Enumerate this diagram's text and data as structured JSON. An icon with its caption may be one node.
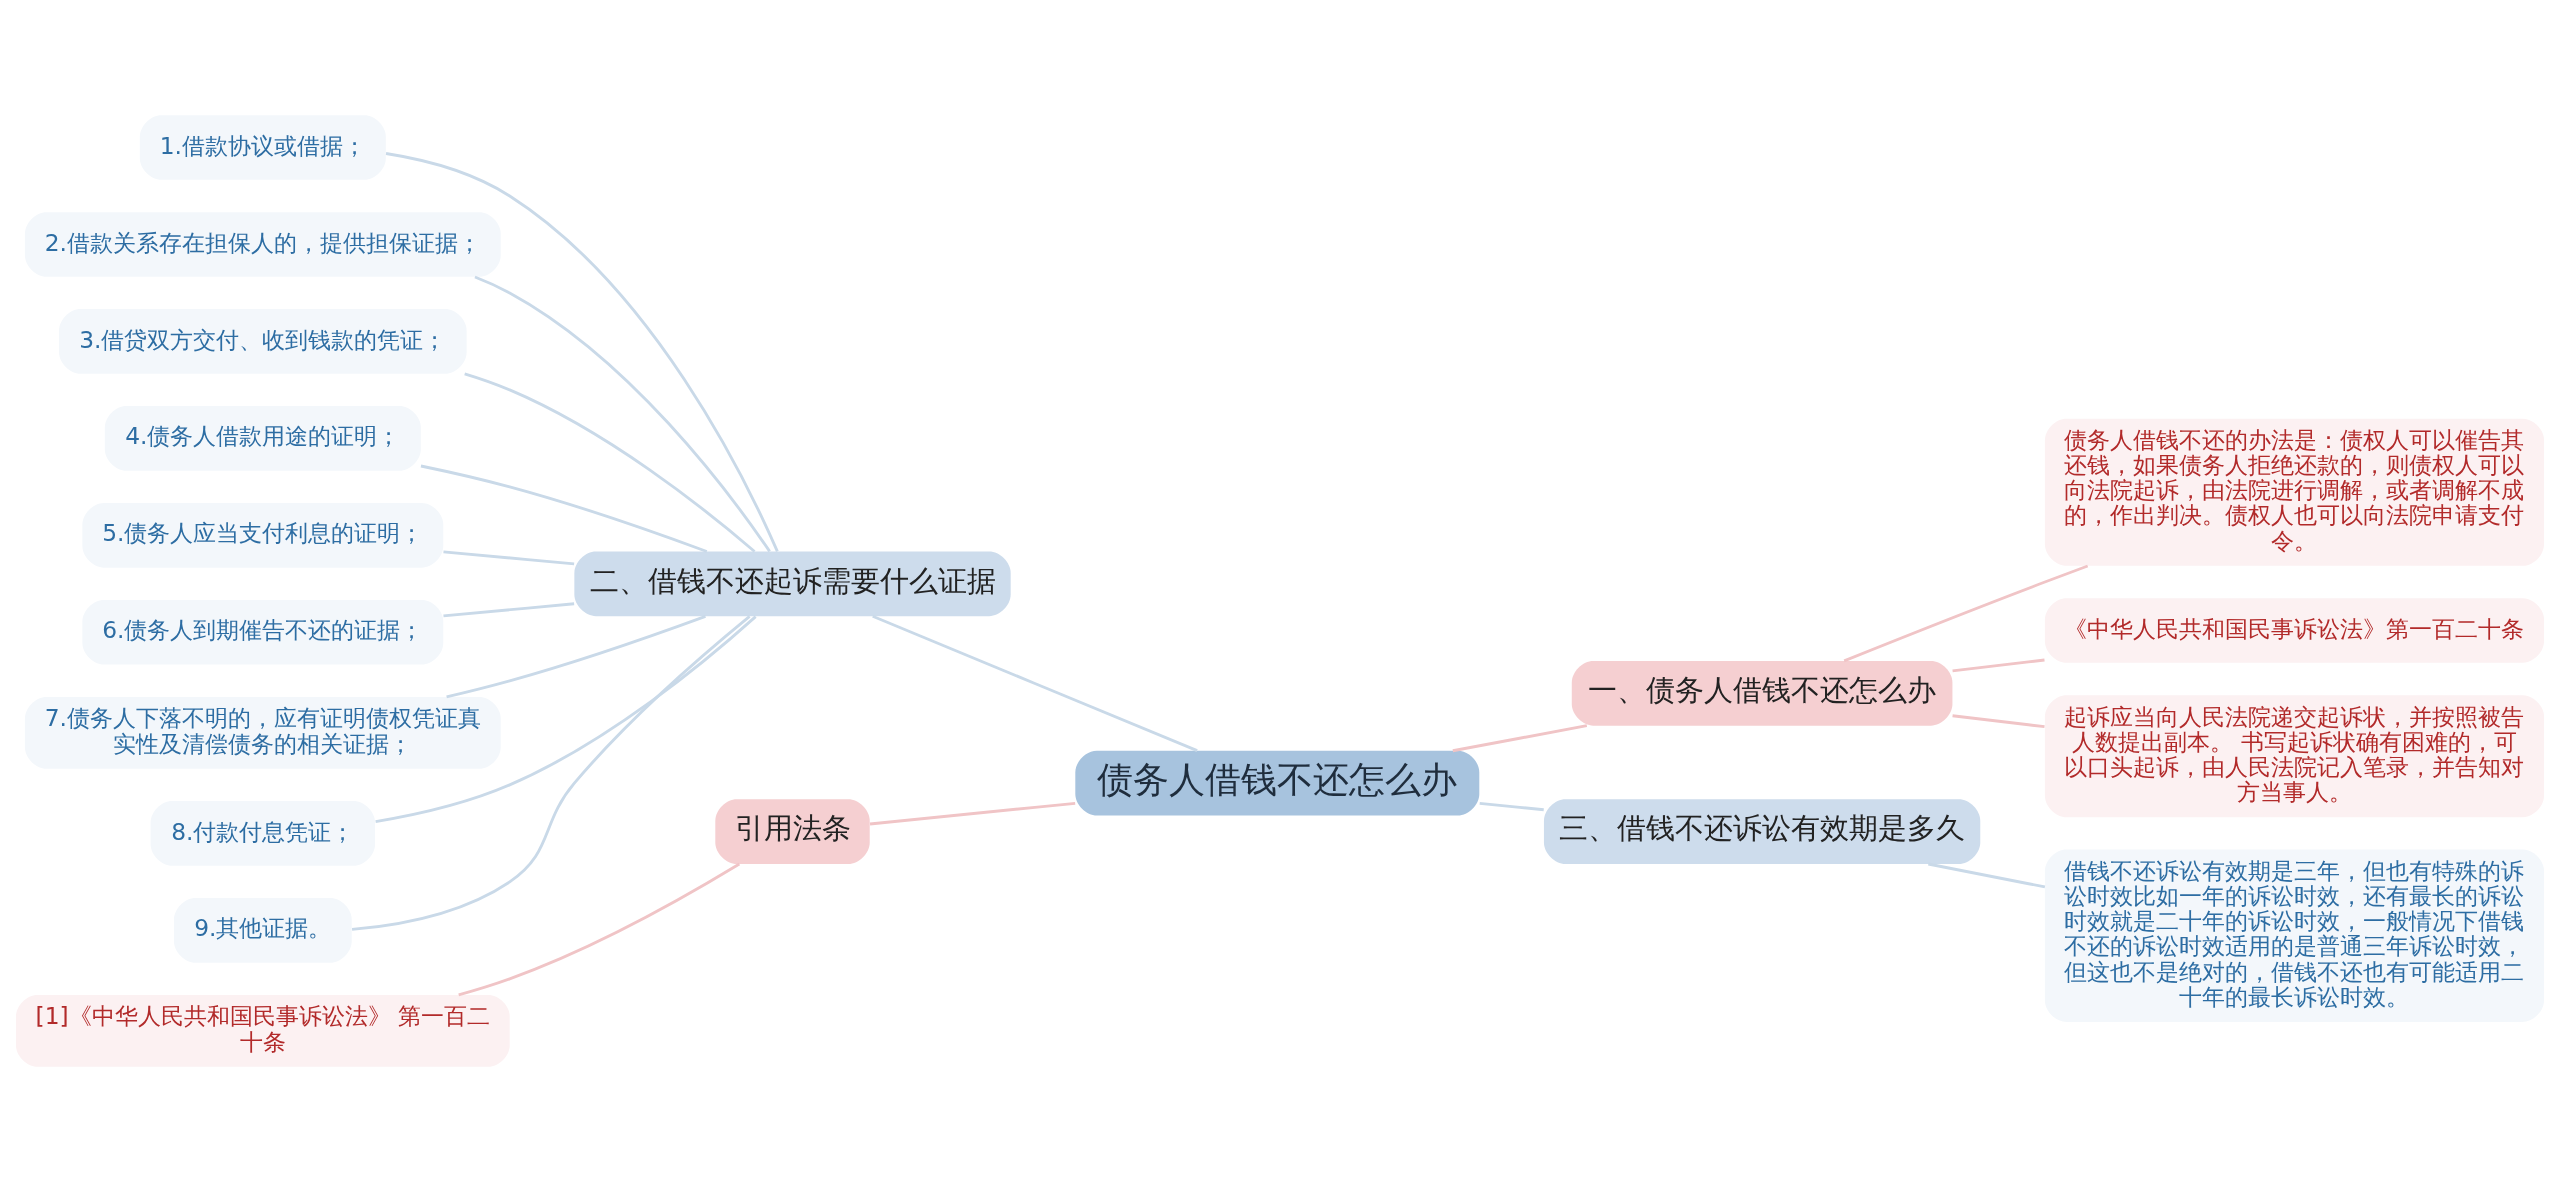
{
  "diagram": {
    "nodes": [
      {
        "text": [
          "债务人借钱不还怎么办"
        ]
      },
      {
        "text": [
          "二、借钱不还起诉需要什么证据"
        ]
      },
      {
        "text": [
          "1.借款协议或借据；"
        ]
      },
      {
        "text": [
          "2.借款关系存在担保人的，提供担保证据；"
        ]
      },
      {
        "text": [
          "3.借贷双方交付、收到钱款的凭证；"
        ]
      },
      {
        "text": [
          "4.债务人借款用途的证明；"
        ]
      },
      {
        "text": [
          "5.债务人应当支付利息的证明；"
        ]
      },
      {
        "text": [
          "6.债务人到期催告不还的证据；"
        ]
      },
      {
        "text": [
          "7.债务人下落不明的，应有证明债权凭证真实性及清偿债务的相关证据；"
        ]
      },
      {
        "text": [
          "8.付款付息凭证；"
        ]
      },
      {
        "text": [
          "9.其他证据。"
        ]
      },
      {
        "text": [
          "引用法条"
        ]
      },
      {
        "text": [
          "[1]《中华人民共和国民事诉讼法》 第一百二十条"
        ]
      },
      {
        "text": [
          "一、债务人借钱不还怎么办"
        ]
      },
      {
        "text": [
          "债务人借钱不还的办法是：债权人可以催告其还钱，如果债务人拒绝还款的，则债权人可以向法院起诉，由法院进行调解，或者调解不成的，作出判决。债权人也可以向法院申请支付令。"
        ]
      },
      {
        "text": [
          "《中华人民共和国民事诉讼法》第一百二十条"
        ]
      },
      {
        "text": [
          "起诉应当向人民法院递交起诉状，并按照被告人数提出副本。 书写起诉状确有困难的，可以口头起诉，由人民法院记入笔录，并告知对方当事人。"
        ]
      },
      {
        "text": [
          "三、借钱不还诉讼有效期是多久"
        ]
      },
      {
        "text": [
          "借钱不还诉讼有效期是三年，但也有特殊的诉讼时效比如一年的诉讼时效，还有最长的诉讼时效就是二十年的诉讼时效，一般情况下借钱不还的诉讼时效适用的是普通三年诉讼时效，但这也不是绝对的，借钱不还也有可能适用二十年的最长诉讼时效。"
        ]
      }
    ],
    "edges": [
      {
        "from": 0,
        "to": 1,
        "arrow": "none"
      },
      {
        "from": 1,
        "to": 2,
        "arrow": "none"
      },
      {
        "from": 1,
        "to": 3,
        "arrow": "none"
      },
      {
        "from": 1,
        "to": 4,
        "arrow": "none"
      },
      {
        "from": 1,
        "to": 5,
        "arrow": "none"
      },
      {
        "from": 1,
        "to": 6,
        "arrow": "none"
      },
      {
        "from": 1,
        "to": 7,
        "arrow": "none"
      },
      {
        "from": 1,
        "to": 8,
        "arrow": "none"
      },
      {
        "from": 1,
        "to": 9,
        "arrow": "none"
      },
      {
        "from": 1,
        "to": 10,
        "arrow": "none"
      },
      {
        "from": 0,
        "to": 11,
        "arrow": "none",
        "color": "#f0c4c6"
      },
      {
        "from": 11,
        "to": 12,
        "arrow": "none",
        "color": "#f0c4c6"
      },
      {
        "from": 0,
        "to": 13,
        "arrow": "none",
        "color": "#f0c4c6"
      },
      {
        "from": 13,
        "to": 14,
        "arrow": "none",
        "color": "#f0c4c6"
      },
      {
        "from": 13,
        "to": 15,
        "arrow": "none",
        "color": "#f0c4c6"
      },
      {
        "from": 13,
        "to": 16,
        "arrow": "none",
        "color": "#f0c4c6"
      },
      {
        "from": 0,
        "to": 17,
        "arrow": "none"
      },
      {
        "from": 17,
        "to": 18,
        "arrow": "none"
      }
    ]
  }
}
